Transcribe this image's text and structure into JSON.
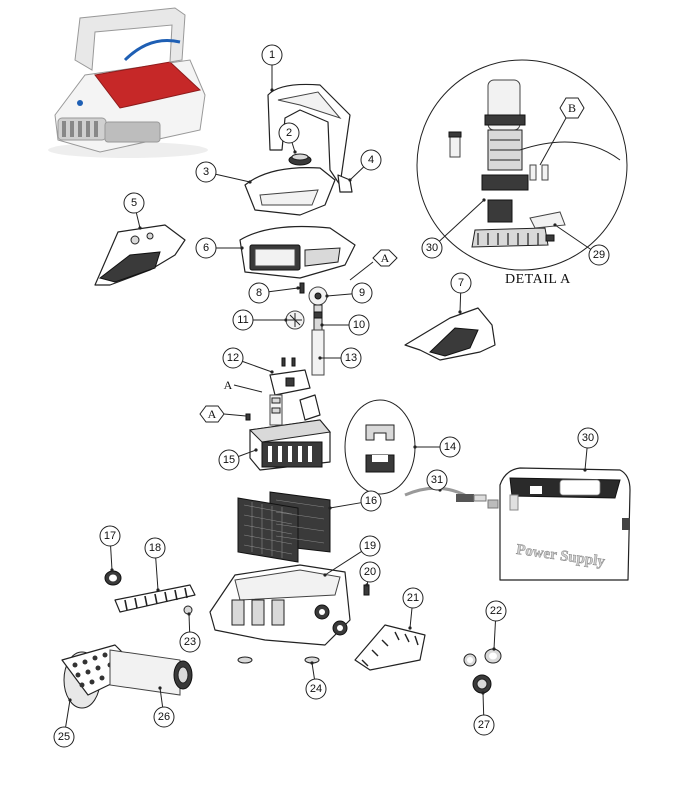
{
  "detail": {
    "label": "DETAIL A"
  },
  "hex_markers": {
    "a": "A",
    "b": "B"
  },
  "power_supply": {
    "label": "Power Supply"
  },
  "callouts": [
    "1",
    "2",
    "3",
    "4",
    "5",
    "6",
    "7",
    "8",
    "9",
    "10",
    "11",
    "12",
    "13",
    "14",
    "15",
    "16",
    "17",
    "18",
    "19",
    "20",
    "21",
    "22",
    "23",
    "24",
    "25",
    "26",
    "27",
    "29",
    "30",
    "30",
    "31"
  ],
  "colors": {
    "robot_accent": "#c62828",
    "line": "#222222",
    "cable": "#1e5fb4"
  }
}
